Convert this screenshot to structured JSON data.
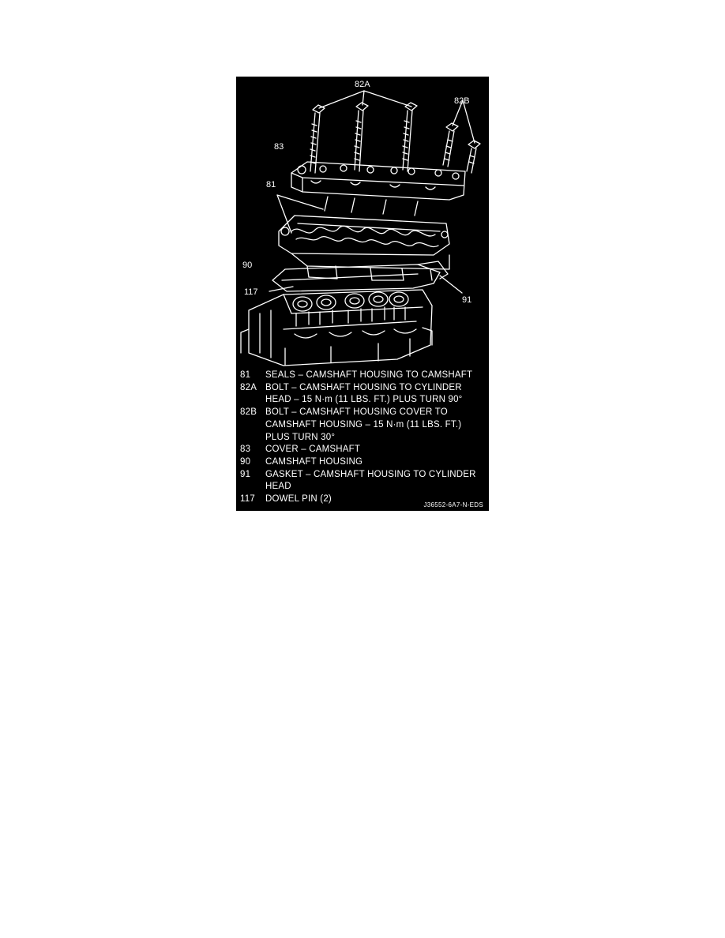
{
  "figure": {
    "callouts": {
      "c82a": "82A",
      "c82b": "82B",
      "c83": "83",
      "c81": "81",
      "c90": "90",
      "c117": "117",
      "c91": "91"
    },
    "legend": [
      {
        "ref": "81",
        "lines": [
          "SEALS – CAMSHAFT HOUSING TO CAMSHAFT"
        ]
      },
      {
        "ref": "82A",
        "lines": [
          "BOLT – CAMSHAFT HOUSING TO CYLINDER",
          "HEAD – 15 N·m (11 LBS. FT.) PLUS TURN 90°"
        ]
      },
      {
        "ref": "82B",
        "lines": [
          "BOLT – CAMSHAFT HOUSING COVER TO",
          "CAMSHAFT HOUSING – 15 N·m (11 LBS. FT.)",
          "PLUS TURN 30°"
        ]
      },
      {
        "ref": "83",
        "lines": [
          "COVER – CAMSHAFT"
        ]
      },
      {
        "ref": "90",
        "lines": [
          "CAMSHAFT HOUSING"
        ]
      },
      {
        "ref": "91",
        "lines": [
          "GASKET – CAMSHAFT HOUSING TO CYLINDER",
          "HEAD"
        ]
      },
      {
        "ref": "117",
        "lines": [
          "DOWEL PIN (2)"
        ]
      }
    ],
    "code": "J36552-6A7-N-EDS"
  }
}
